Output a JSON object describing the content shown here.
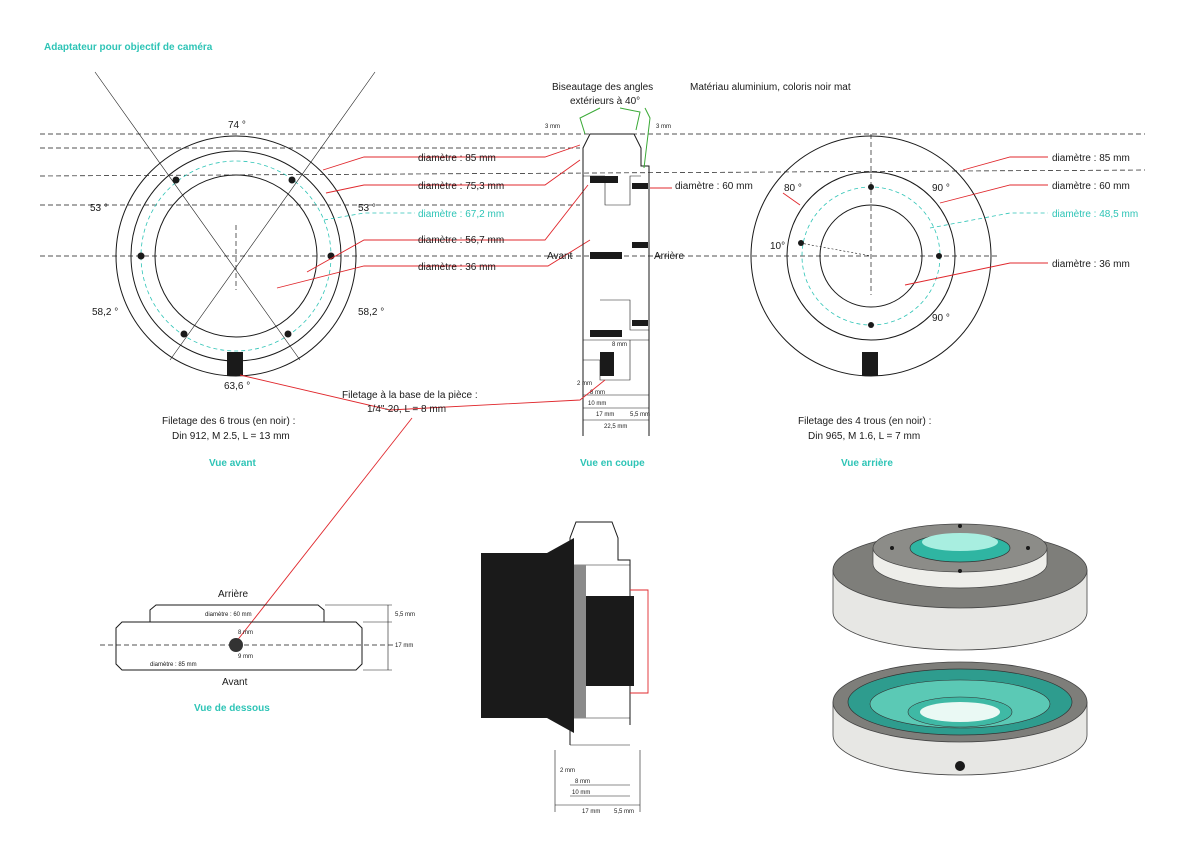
{
  "page_title": "Adaptateur pour objectif de caméra",
  "notes": {
    "chamfer_line1": "Biseautage des angles",
    "chamfer_line2": "extérieurs à 40°",
    "material": "Matériau aluminium, coloris noir mat"
  },
  "front_view": {
    "caption": "Vue avant",
    "angles": {
      "top": "74 °",
      "left": "53 °",
      "right": "53 °",
      "bottom_left": "58,2 °",
      "bottom_right": "58,2 °",
      "bottom": "63,6 °"
    },
    "dims": [
      "diamètre : 85 mm",
      "diamètre : 75,3 mm",
      "diamètre : 67,2 mm",
      "diamètre : 56,7 mm",
      "diamètre : 36 mm"
    ],
    "holes_note_1": "Filetage des 6 trous (en noir) :",
    "holes_note_2": "Din 912, M 2.5, L = 13 mm"
  },
  "section_view": {
    "caption": "Vue en coupe",
    "front_label": "Avant",
    "back_label": "Arrière",
    "dim_60": "diamètre : 60 mm",
    "small": {
      "mm3_left": "3 mm",
      "mm3_right": "3 mm",
      "mm8": "8 mm",
      "mm2": "2 mm",
      "mm8b": "8 mm",
      "mm10": "10 mm",
      "mm17": "17 mm",
      "mm55": "5,5 mm",
      "mm225": "22,5 mm"
    },
    "thread_note_1": "Filetage à la base de la pièce :",
    "thread_note_2": "1/4\"-20, L = 8 mm"
  },
  "rear_view": {
    "caption": "Vue arrière",
    "angles": {
      "a80": "80 °",
      "a90_top": "90 °",
      "a90_bottom": "90 °",
      "a10": "10°"
    },
    "dims": [
      "diamètre : 85 mm",
      "diamètre : 60 mm",
      "diamètre : 48,5 mm",
      "diamètre : 36 mm"
    ],
    "holes_note_1": "Filetage des 4 trous (en noir) :",
    "holes_note_2": "Din 965, M 1.6, L = 7 mm"
  },
  "bottom_view": {
    "caption": "Vue de dessous",
    "back_label": "Arrière",
    "front_label": "Avant",
    "dim_60": "diamètre : 60 mm",
    "dim_85": "diamètre : 85 mm",
    "mm8": "8 mm",
    "mm9": "9 mm",
    "mm55": "5,5 mm",
    "mm17": "17 mm"
  },
  "assembly_view": {
    "small": {
      "mm2": "2 mm",
      "mm8": "8 mm",
      "mm10": "10 mm",
      "mm17": "17 mm",
      "mm55": "5,5 mm"
    }
  },
  "colors": {
    "accent_teal": "#2ec4b6",
    "leader_red": "#e0282d",
    "chamfer_green": "#39a935"
  }
}
